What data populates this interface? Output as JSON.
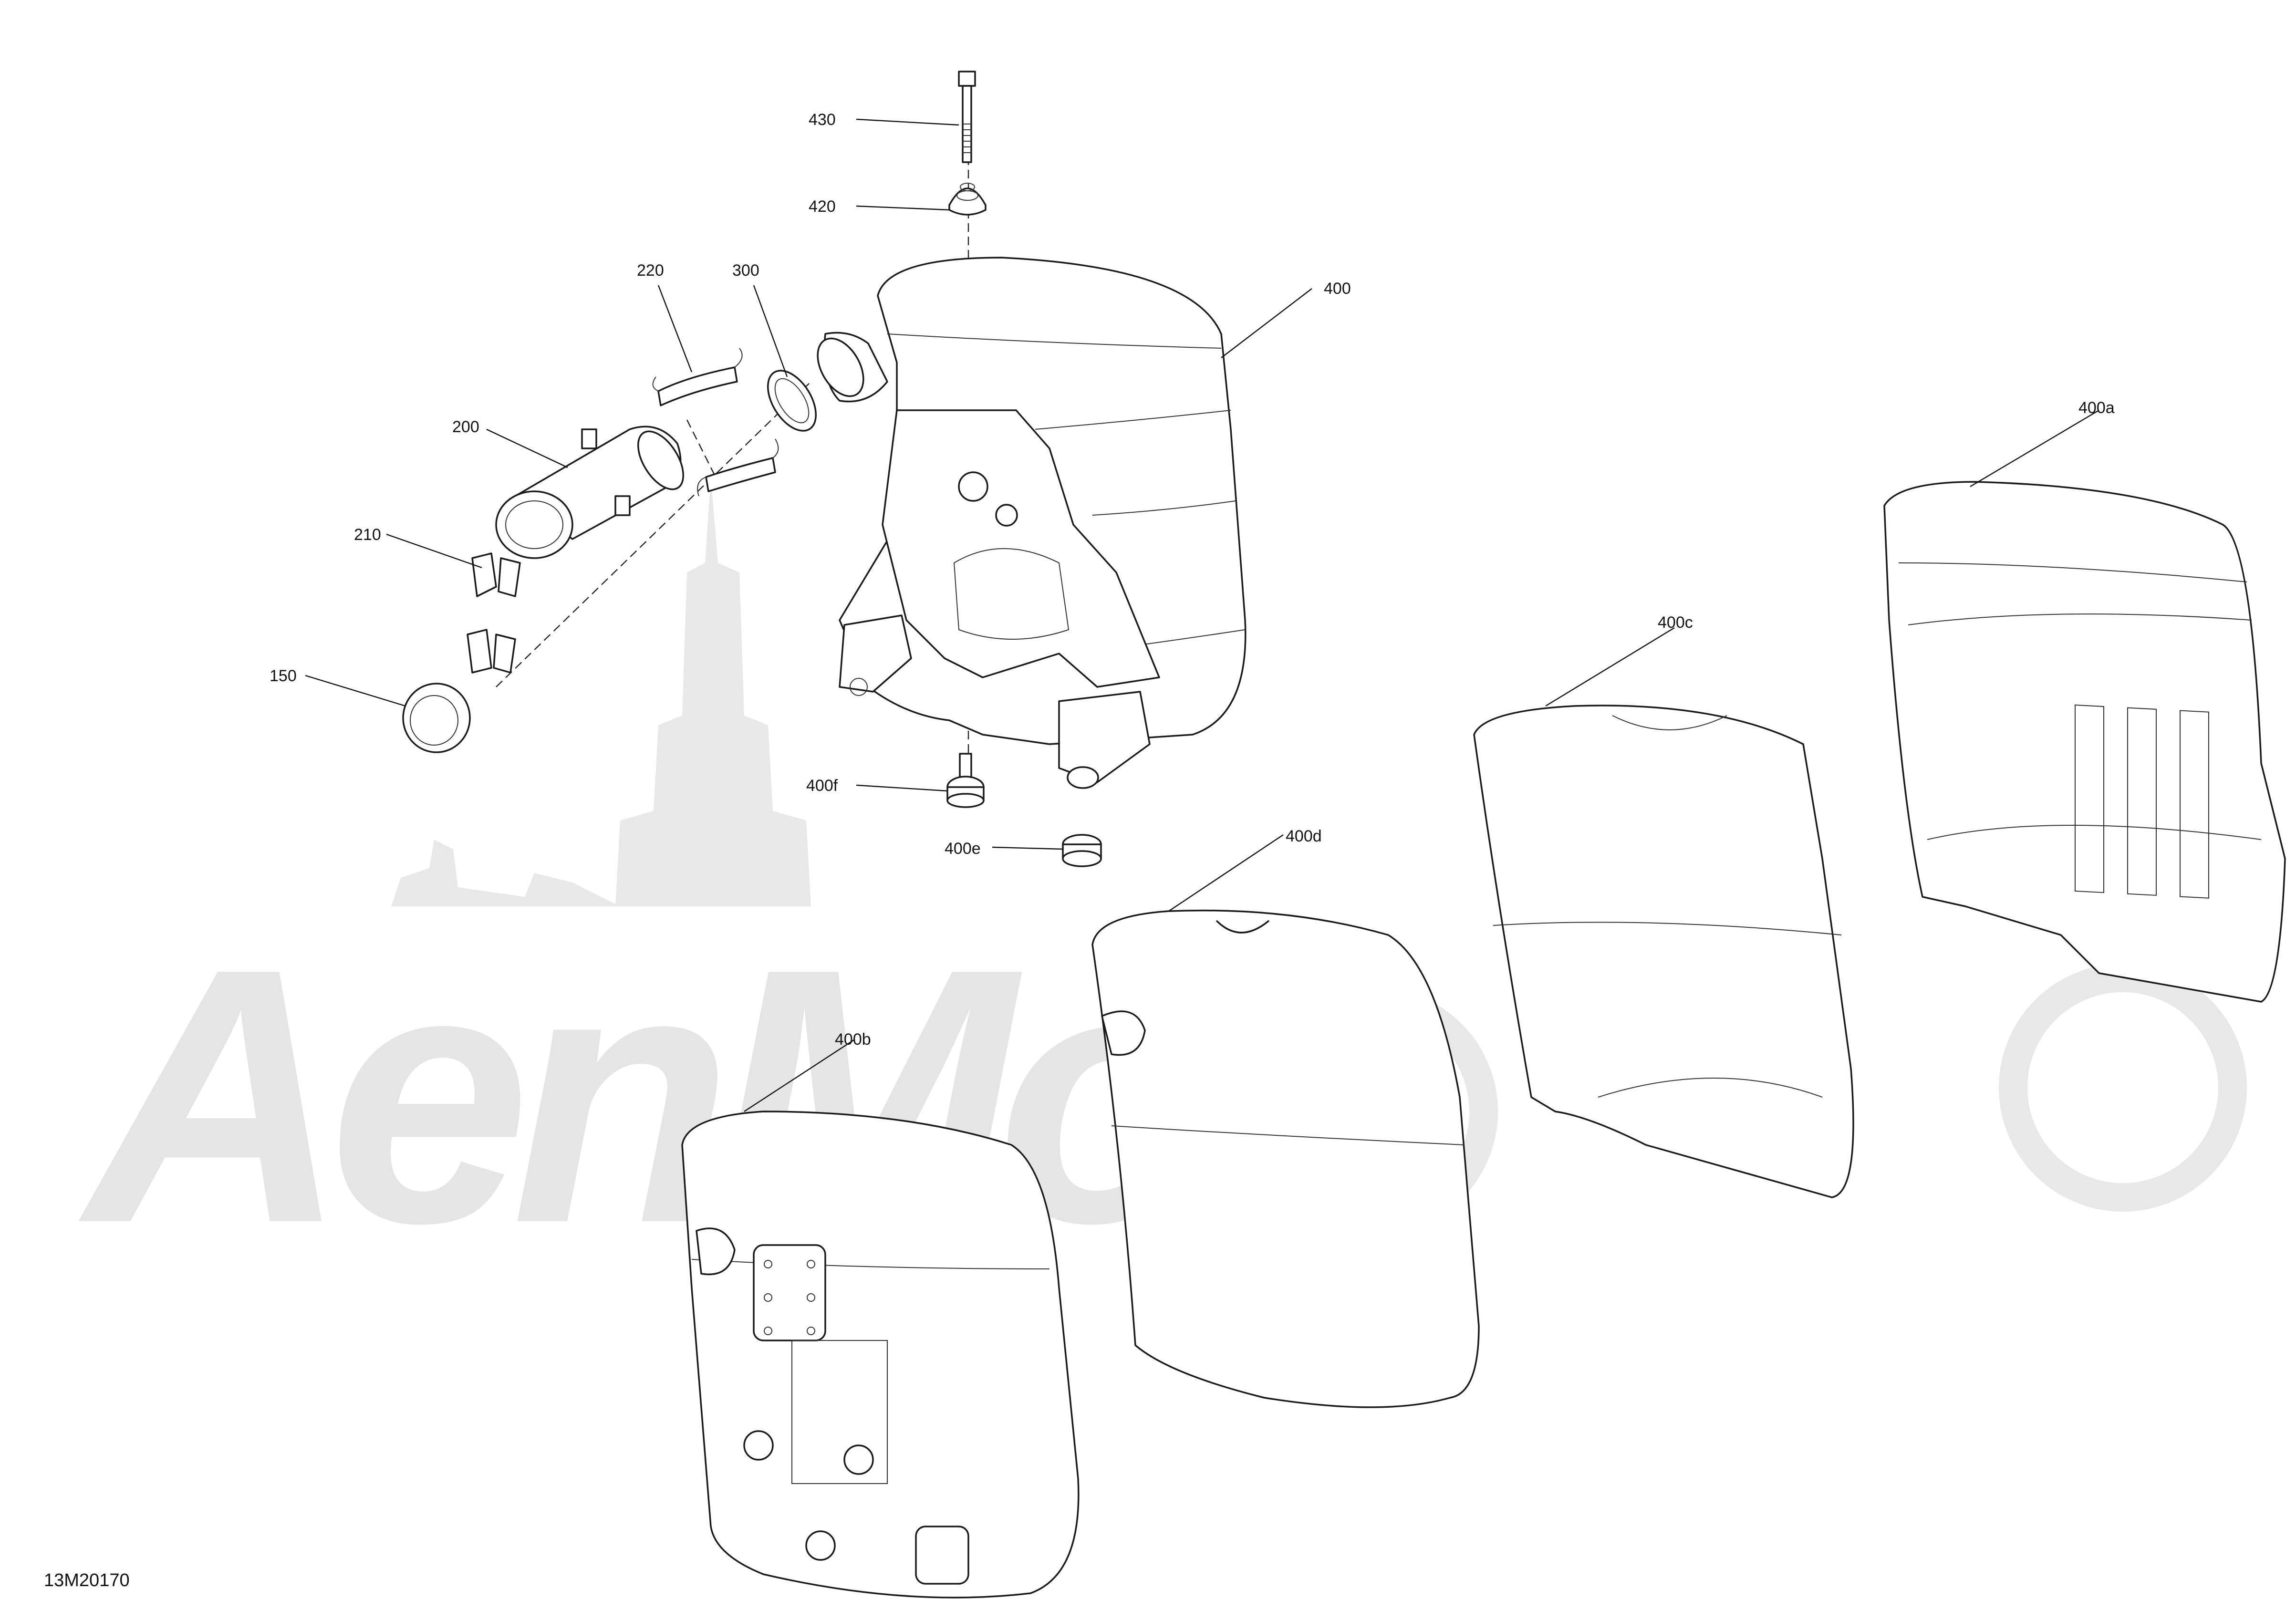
{
  "diagram": {
    "figure_id": "13M20170",
    "watermark": "AenMo",
    "callouts": {
      "c430": "430",
      "c420": "420",
      "c220": "220",
      "c300": "300",
      "c400": "400",
      "c200": "200",
      "c210": "210",
      "c150": "150",
      "c400a": "400a",
      "c400c": "400c",
      "c400f": "400f",
      "c400e": "400e",
      "c400d": "400d",
      "c400b": "400b"
    }
  }
}
